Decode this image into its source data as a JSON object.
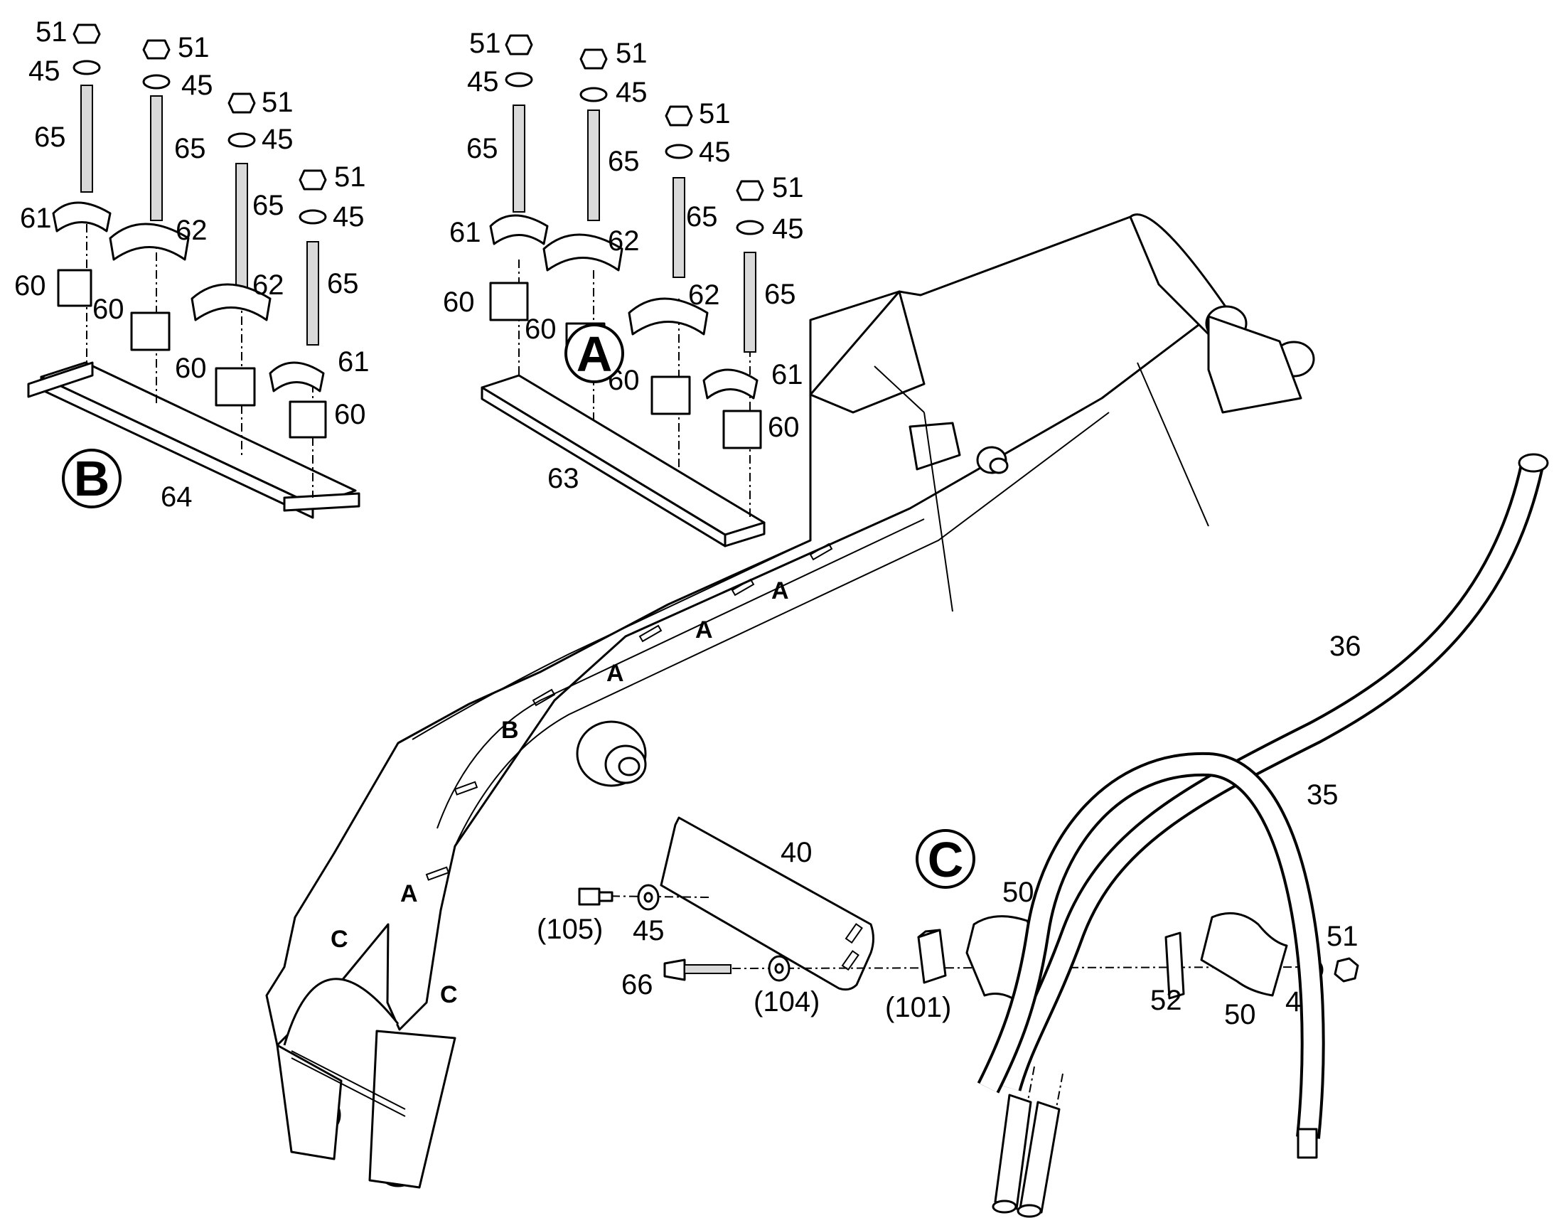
{
  "view_labels": {
    "A": "A",
    "B": "B",
    "C": "C"
  },
  "group_b": {
    "labels": [
      "51",
      "45",
      "65",
      "61",
      "60",
      "51",
      "45",
      "65",
      "62",
      "60",
      "51",
      "45",
      "65",
      "62",
      "60",
      "51",
      "45",
      "65",
      "61",
      "60",
      "64"
    ]
  },
  "group_a": {
    "labels": [
      "51",
      "45",
      "65",
      "61",
      "60",
      "51",
      "45",
      "65",
      "62",
      "60",
      "51",
      "45",
      "65",
      "62",
      "60",
      "51",
      "45",
      "65",
      "61",
      "60",
      "63"
    ]
  },
  "boom_markers": [
    "A",
    "A",
    "A",
    "B",
    "A",
    "C",
    "C"
  ],
  "group_c": {
    "labels": [
      "40",
      "(105)",
      "45",
      "66",
      "(104)",
      "(101)",
      "50",
      "52",
      "50",
      "45",
      "51"
    ]
  },
  "hoses": {
    "labels": [
      "36",
      "35"
    ]
  }
}
